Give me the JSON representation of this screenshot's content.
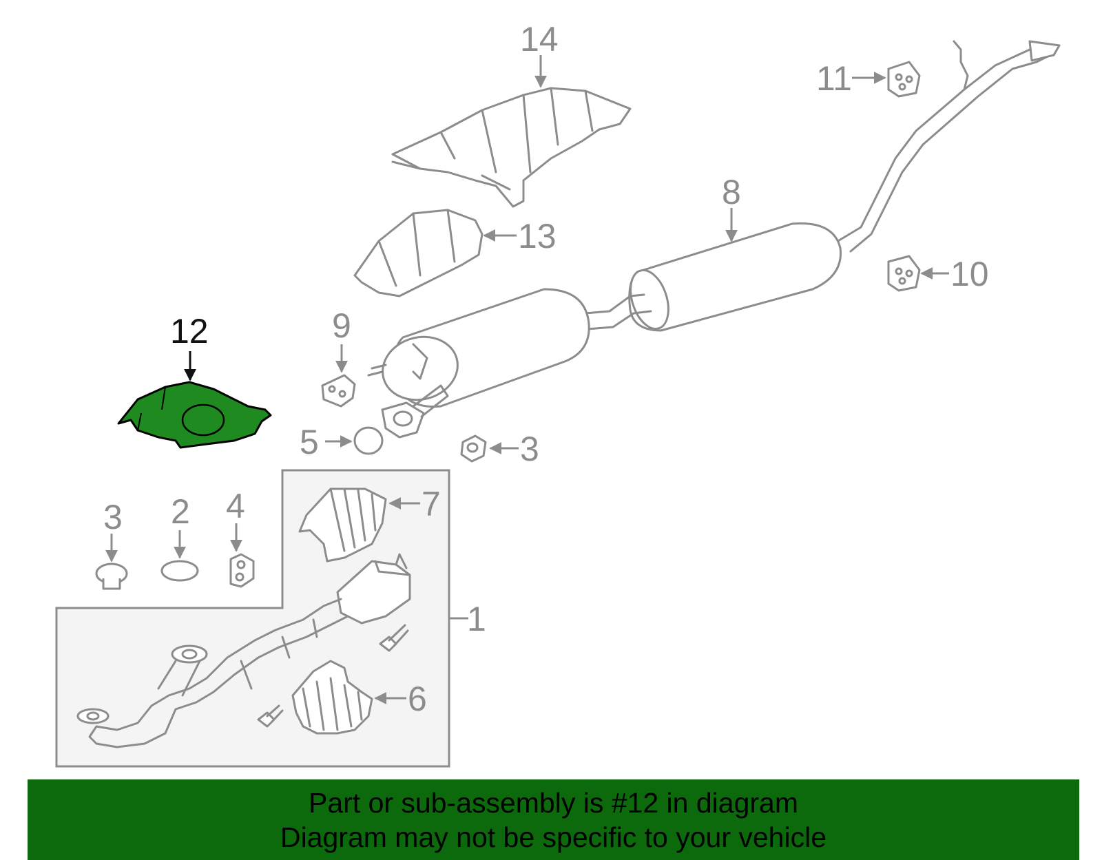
{
  "colors": {
    "part_gray": "#8c8c8c",
    "highlight_fill": "#1f8a1f",
    "highlight_stroke": "#000000",
    "banner_bg": "#0c6a0c",
    "group_box_bg": "#f4f4f4"
  },
  "callouts": {
    "c1": "1",
    "c2": "2",
    "c3a": "3",
    "c3b": "3",
    "c4": "4",
    "c5": "5",
    "c6": "6",
    "c7": "7",
    "c8": "8",
    "c9": "9",
    "c10": "10",
    "c11": "11",
    "c12": "12",
    "c13": "13",
    "c14": "14"
  },
  "highlighted_part": "12",
  "banner": {
    "line1": "Part or sub-assembly is #12 in diagram",
    "line2": "Diagram may not be specific to your vehicle"
  }
}
